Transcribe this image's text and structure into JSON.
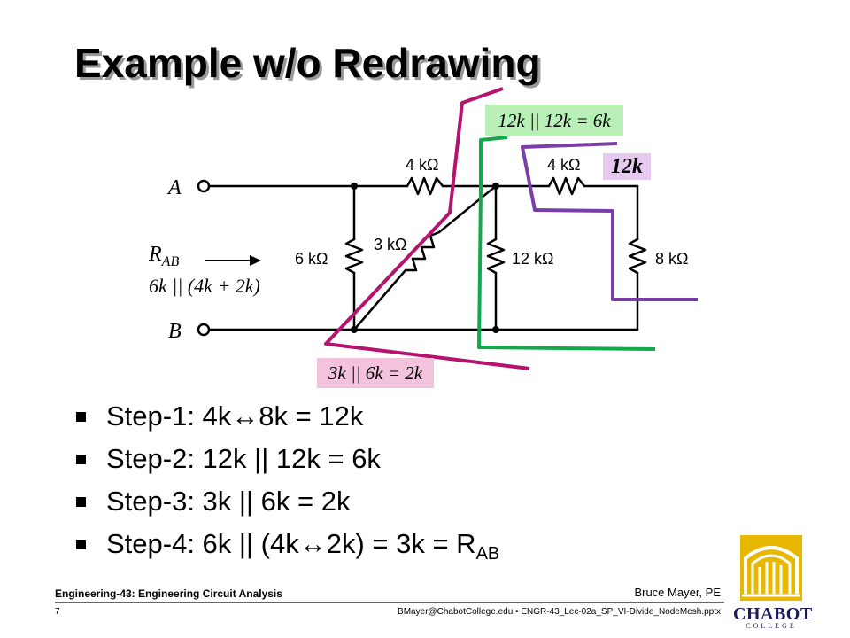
{
  "slide": {
    "title": "Example w/o Redrawing"
  },
  "circuit": {
    "node_a": "A",
    "node_b": "B",
    "rab_main": "R",
    "rab_sub": "AB",
    "r_4k_left": "4 kΩ",
    "r_4k_right": "4 kΩ",
    "r_6k": "6 kΩ",
    "r_3k": "3 kΩ",
    "r_12k": "12 kΩ",
    "r_8k": "8 kΩ",
    "expr": "6k || (4k + 2k)"
  },
  "annotations": {
    "green_eq": "12k || 12k = 6k",
    "pink_eq": "3k || 6k = 2k",
    "purple_eq": "12k"
  },
  "steps": [
    {
      "prefix": "Step-1: 4k↔8k = 12k"
    },
    {
      "prefix": "Step-2: 12k ",
      "sep": "||",
      "suffix": " 12k = 6k"
    },
    {
      "prefix": "Step-3: 3k ",
      "sep": "||",
      "suffix": " 6k = 2k"
    },
    {
      "prefix": "Step-4: 6k ",
      "sep": "||",
      "suffix": " (4k↔2k) = 3k = R",
      "sub": "AB"
    }
  ],
  "footer": {
    "course": "Engineering-43: Engineering Circuit Analysis",
    "author": "Bruce Mayer, PE",
    "page": "7",
    "file": "BMayer@ChabotCollege.edu  •  ENGR-43_Lec-02a_SP_VI-Divide_NodeMesh.pptx"
  },
  "logo": {
    "name": "CHABOT",
    "sub": "COLLEGE"
  },
  "colors": {
    "magenta_line": "#b5136e",
    "green_line": "#13a84a",
    "purple_line": "#7b3ea6",
    "green_box": "#b8f0b8",
    "pink_box": "#f3c2dc",
    "purple_box": "#e6c9ef",
    "logo_gold": "#e8b800",
    "logo_navy": "#1b1b5c"
  }
}
